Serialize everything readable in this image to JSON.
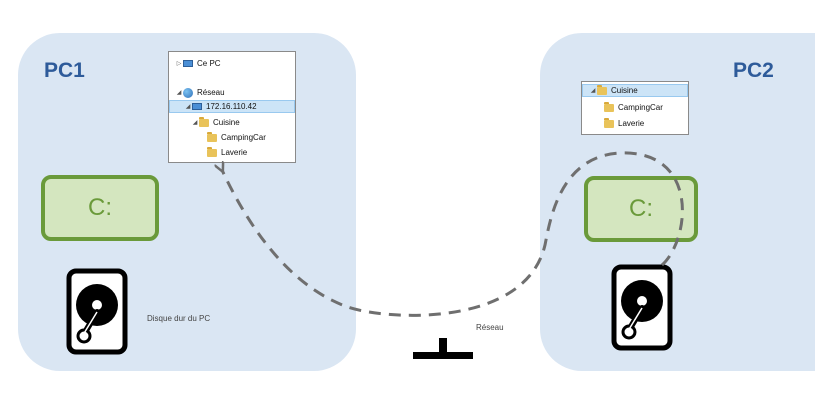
{
  "pc1": {
    "title": "PC1",
    "drive_label": "C:",
    "hdd_caption": "Disque dur du PC",
    "explorer": {
      "rows": [
        {
          "arrow": "▷",
          "icon": "pc-icon",
          "label": "Ce PC"
        },
        {
          "arrow": "◢",
          "icon": "network-icon",
          "label": "Réseau"
        },
        {
          "arrow": "◢",
          "icon": "pc-icon",
          "label": "172.16.110.42"
        },
        {
          "arrow": "◢",
          "icon": "shared-folder-icon",
          "label": "Cuisine"
        },
        {
          "arrow": "",
          "icon": "folder-icon",
          "label": "CampingCar"
        },
        {
          "arrow": "",
          "icon": "folder-icon",
          "label": "Laverie"
        }
      ]
    }
  },
  "pc2": {
    "title": "PC2",
    "drive_label": "C:",
    "explorer": {
      "rows": [
        {
          "arrow": "◢",
          "icon": "folder-icon",
          "label": "Cuisine"
        },
        {
          "arrow": "",
          "icon": "folder-icon",
          "label": "CampingCar"
        },
        {
          "arrow": "",
          "icon": "folder-icon",
          "label": "Laverie"
        }
      ]
    }
  },
  "network": {
    "label": "Réseau"
  },
  "colors": {
    "pc_box": "#dae6f3",
    "title": "#2e5b9a",
    "drive_fill": "#d4e6bf",
    "drive_border": "#6a9a3a",
    "dashed_path": "#6f6f6f"
  }
}
